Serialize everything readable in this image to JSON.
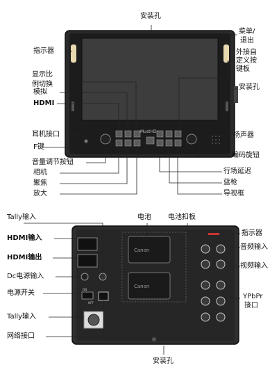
{
  "front": {
    "mount_hole_top": "安装孔",
    "menu_exit": [
      "菜单/",
      "退出"
    ],
    "indicator": "指示器",
    "custom_keys": [
      "外接自",
      "定义按",
      "键板"
    ],
    "mount_hole_right": "安装孔",
    "aspect_switch": [
      "显示比",
      "例切换"
    ],
    "analog": "模拟",
    "hdmi": "HDMI",
    "headphone": "耳机接口",
    "speaker": "扬声器",
    "f_key": "F键",
    "encoder_knob": "编码旋钮",
    "volume_knob": "音量调节按钮",
    "camera": "相机",
    "field_delay": "行场延迟",
    "focus": "聚焦",
    "blue_gun": "蓝枪",
    "zoom": "放大",
    "guide_frame": "导视框",
    "brand": "MustHD"
  },
  "back": {
    "tally_in_top": "Tally输入",
    "battery": "电池",
    "battery_plate": "电池扣板",
    "indicator": "指示器",
    "hdmi_in": "HDMI输入",
    "audio_in": "音频输入",
    "hdmi_out": "HDMI输出",
    "video_in": "视频输入",
    "dc_in": "Dc电源输入",
    "power_switch": "电源开关",
    "ypbpr": "YPbPr",
    "port": "接口",
    "tally_in_bottom": "Tally输入",
    "network": "网络接口",
    "mount_hole_bottom": "安装孔",
    "battery_brand": "Canon",
    "switch_on": "ON",
    "switch_off": "OFF"
  }
}
